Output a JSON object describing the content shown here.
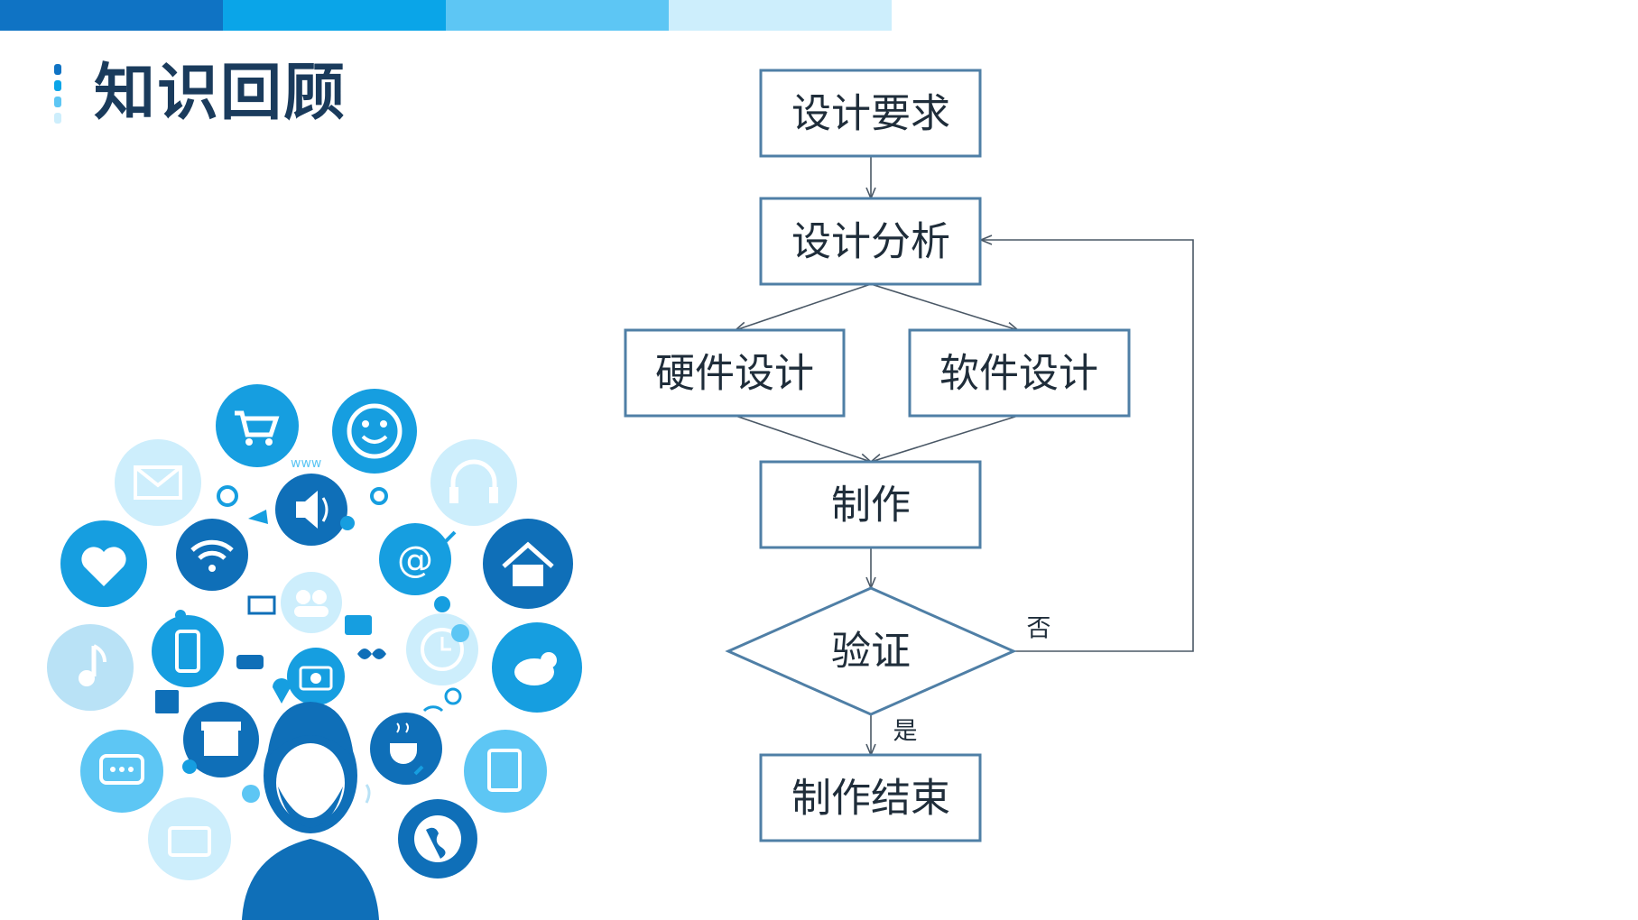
{
  "title": "知识回顾",
  "colors": {
    "bar": [
      "#0f73c4",
      "#0aa5e8",
      "#5dc6f4",
      "#cdeefc"
    ],
    "node_border": "#4f7fa6",
    "accent_dark": "#0f6fb8",
    "accent_mid": "#169ee0",
    "accent_light": "#b9e2f6"
  },
  "flowchart": {
    "nodes": {
      "design_requirements": "设计要求",
      "design_analysis": "设计分析",
      "hardware_design": "硬件设计",
      "software_design": "软件设计",
      "production": "制作",
      "verification": "验证",
      "production_end": "制作结束"
    },
    "edge_labels": {
      "no": "否",
      "yes": "是"
    }
  },
  "illustration": {
    "icons": [
      "cart-icon",
      "smile-icon",
      "mail-icon",
      "headphones-icon",
      "heart-icon",
      "wifi-icon",
      "speaker-icon",
      "at-icon",
      "home-icon",
      "music-icon",
      "phone-icon",
      "bird-icon",
      "chat-icon",
      "gift-icon",
      "coffee-icon",
      "notebook-icon",
      "briefcase-icon",
      "globe-icon",
      "camera-icon",
      "clock-icon",
      "users-icon",
      "person-avatar"
    ],
    "small_text": "www"
  }
}
